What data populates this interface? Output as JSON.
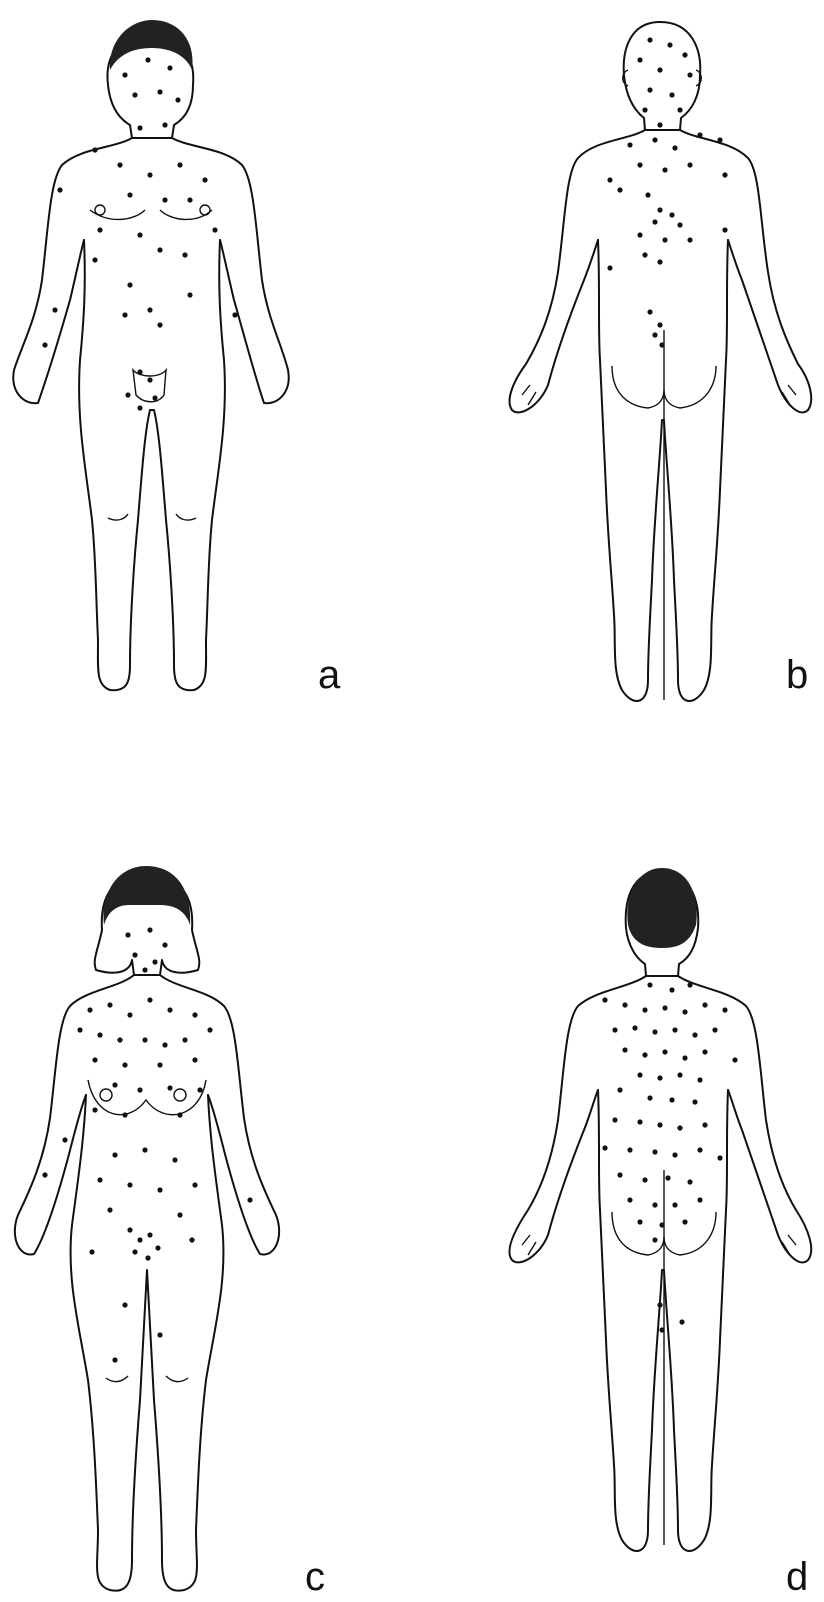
{
  "panels": [
    {
      "id": "a",
      "label": "a",
      "view": "front",
      "figure": "male"
    },
    {
      "id": "b",
      "label": "b",
      "view": "back",
      "figure": "male"
    },
    {
      "id": "c",
      "label": "c",
      "view": "front",
      "figure": "female"
    },
    {
      "id": "d",
      "label": "d",
      "view": "back",
      "figure": "female"
    }
  ],
  "colors": {
    "ink": "#111111",
    "background": "#ffffff"
  }
}
